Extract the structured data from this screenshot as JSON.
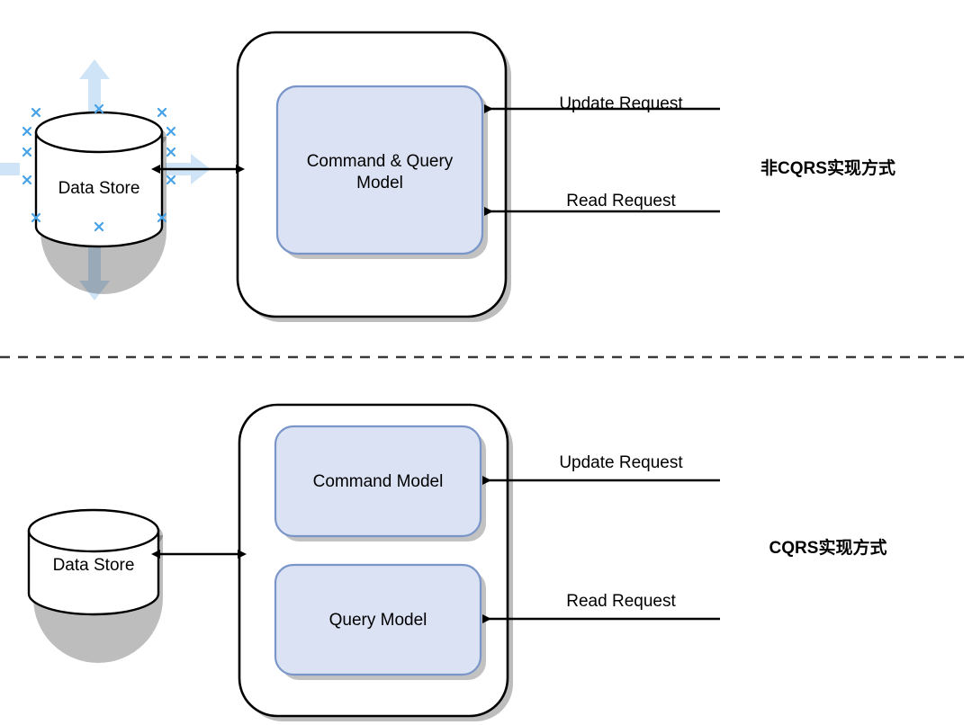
{
  "diagram": {
    "title_top": "非CQRS实现方式",
    "title_bottom": "CQRS实现方式",
    "colors": {
      "model_fill": "#dae2f4",
      "model_stroke": "#7a95c8",
      "container_stroke": "#000000",
      "shape_fill": "#ffffff",
      "edge_stroke": "#000000",
      "selection_handle": "#47a2e8",
      "direction_arrow": "#cfe5f7",
      "divider": "#3a3a3a",
      "shadow": "rgba(0,0,0,0.30)"
    }
  },
  "top_section": {
    "label": "非CQRS实现方式",
    "data_store": {
      "label": "Data Store",
      "selected": true
    },
    "container": {
      "name": "service-container"
    },
    "model": {
      "label": "Command & Query\nModel",
      "line1": "Command & Query",
      "line2": "Model"
    },
    "edges": [
      {
        "label": "Update Request",
        "direction": "left"
      },
      {
        "label": "Read Request",
        "direction": "left"
      }
    ],
    "store_edge": {
      "label": "",
      "direction": "both"
    }
  },
  "bottom_section": {
    "label": "CQRS实现方式",
    "data_store": {
      "label": "Data Store",
      "selected": false
    },
    "container": {
      "name": "service-container"
    },
    "models": [
      {
        "label": "Command Model"
      },
      {
        "label": "Query Model"
      }
    ],
    "edges": [
      {
        "label": "Update Request",
        "direction": "left"
      },
      {
        "label": "Read Request",
        "direction": "left"
      }
    ],
    "store_edge": {
      "label": "",
      "direction": "both"
    }
  },
  "divider": {
    "style": "dashed"
  }
}
